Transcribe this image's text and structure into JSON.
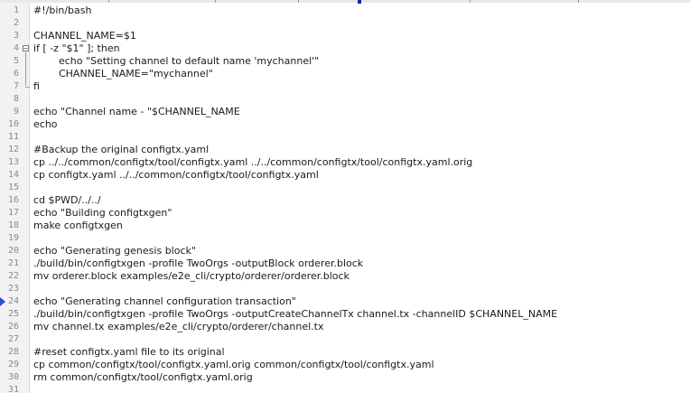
{
  "editor": {
    "lines": [
      {
        "num": "1",
        "text": "#!/bin/bash"
      },
      {
        "num": "2",
        "text": ""
      },
      {
        "num": "3",
        "text": "CHANNEL_NAME=$1"
      },
      {
        "num": "4",
        "text": "if [ -z \"$1\" ]; then"
      },
      {
        "num": "5",
        "text": "        echo \"Setting channel to default name 'mychannel'\""
      },
      {
        "num": "6",
        "text": "        CHANNEL_NAME=\"mychannel\""
      },
      {
        "num": "7",
        "text": "fi"
      },
      {
        "num": "8",
        "text": ""
      },
      {
        "num": "9",
        "text": "echo \"Channel name - \"$CHANNEL_NAME"
      },
      {
        "num": "10",
        "text": "echo"
      },
      {
        "num": "11",
        "text": ""
      },
      {
        "num": "12",
        "text": "#Backup the original configtx.yaml"
      },
      {
        "num": "13",
        "text": "cp ../../common/configtx/tool/configtx.yaml ../../common/configtx/tool/configtx.yaml.orig"
      },
      {
        "num": "14",
        "text": "cp configtx.yaml ../../common/configtx/tool/configtx.yaml"
      },
      {
        "num": "15",
        "text": ""
      },
      {
        "num": "16",
        "text": "cd $PWD/../../"
      },
      {
        "num": "17",
        "text": "echo \"Building configtxgen\""
      },
      {
        "num": "18",
        "text": "make configtxgen"
      },
      {
        "num": "19",
        "text": ""
      },
      {
        "num": "20",
        "text": "echo \"Generating genesis block\""
      },
      {
        "num": "21",
        "text": "./build/bin/configtxgen -profile TwoOrgs -outputBlock orderer.block"
      },
      {
        "num": "22",
        "text": "mv orderer.block examples/e2e_cli/crypto/orderer/orderer.block"
      },
      {
        "num": "23",
        "text": ""
      },
      {
        "num": "24",
        "text": "echo \"Generating channel configuration transaction\""
      },
      {
        "num": "25",
        "text": "./build/bin/configtxgen -profile TwoOrgs -outputCreateChannelTx channel.tx -channelID $CHANNEL_NAME"
      },
      {
        "num": "26",
        "text": "mv channel.tx examples/e2e_cli/crypto/orderer/channel.tx"
      },
      {
        "num": "27",
        "text": ""
      },
      {
        "num": "28",
        "text": "#reset configtx.yaml file to its original"
      },
      {
        "num": "29",
        "text": "cp common/configtx/tool/configtx.yaml.orig common/configtx/tool/configtx.yaml"
      },
      {
        "num": "30",
        "text": "rm common/configtx/tool/configtx.yaml.orig"
      },
      {
        "num": "31",
        "text": ""
      }
    ],
    "fold_open_symbol": "−",
    "colors": {
      "gutter_bg": "#f2f2f2",
      "line_number": "#8a8a8a",
      "text": "#1a1a1a",
      "bookmark": "#2a4fd0",
      "tab_marker": "#1a2a9a"
    }
  }
}
